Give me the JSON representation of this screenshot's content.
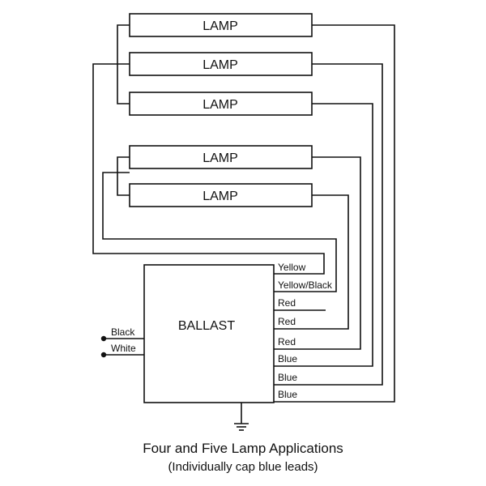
{
  "lamps": [
    {
      "label": "LAMP"
    },
    {
      "label": "LAMP"
    },
    {
      "label": "LAMP"
    },
    {
      "label": "LAMP"
    },
    {
      "label": "LAMP"
    }
  ],
  "ballast": {
    "label": "BALLAST"
  },
  "input_leads": [
    {
      "label": "Black"
    },
    {
      "label": "White"
    }
  ],
  "output_leads": [
    {
      "label": "Yellow"
    },
    {
      "label": "Yellow/Black"
    },
    {
      "label": "Red"
    },
    {
      "label": "Red"
    },
    {
      "label": "Red"
    },
    {
      "label": "Blue"
    },
    {
      "label": "Blue"
    },
    {
      "label": "Blue"
    }
  ],
  "caption": {
    "title": "Four and Five Lamp Applications",
    "subtitle": "(Individually cap blue leads)"
  }
}
